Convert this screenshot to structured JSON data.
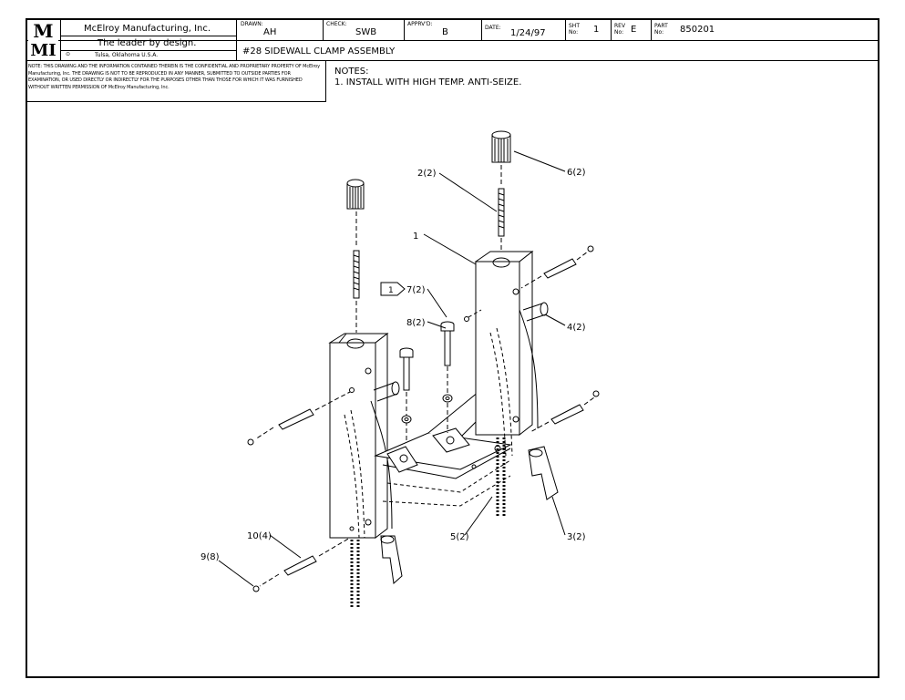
{
  "title_block": {
    "company": "McElroy Manufacturing, Inc.",
    "tagline": "The leader by design.",
    "location": "Tulsa, Oklahoma U.S.A.",
    "logo_top": "M",
    "logo_bottom": "MI",
    "drawn_label": "DRAWN:",
    "drawn_value": "AH",
    "check_label": "CHECK:",
    "check_value": "SWB",
    "approved_label": "APPRV'D:",
    "approved_value": "B",
    "date_label": "DATE:",
    "date_value": "1/24/97",
    "sheet_label": "SHT No:",
    "sheet_value": "1",
    "rev_label": "REV No:",
    "rev_value": "E",
    "part_label": "PART No:",
    "part_value": "850201",
    "drawing_title": "#28 SIDEWALL CLAMP ASSEMBLY",
    "proprietary_note": "NOTE: THIS DRAWING AND THE INFORMATION CONTAINED THEREIN IS THE CONFIDENTIAL AND PROPRIETARY PROPERTY OF McElroy Manufacturing, Inc. THE DRAWING IS NOT TO BE REPRODUCED IN ANY MANNER, SUBMITTED TO OUTSIDE PARTIES FOR EXAMINATION, OR USED DIRECTLY OR INDIRECTLY FOR THE PURPOSES OTHER THAN THOSE FOR WHICH IT WAS FURNISHED WITHOUT WRITTEN PERMISSION OF McElroy Manufacturing, Inc."
  },
  "notes": {
    "heading": "NOTES:",
    "items": [
      "1. INSTALL WITH HIGH TEMP. ANTI-SEIZE."
    ]
  },
  "callouts": {
    "c1": "1",
    "c2": "2(2)",
    "c3": "3(2)",
    "c4": "4(2)",
    "c5": "5(2)",
    "c6": "6(2)",
    "c7": "7(2)",
    "c7_flag": "1",
    "c8": "8(2)",
    "c9": "9(8)",
    "c10": "10(4)"
  }
}
